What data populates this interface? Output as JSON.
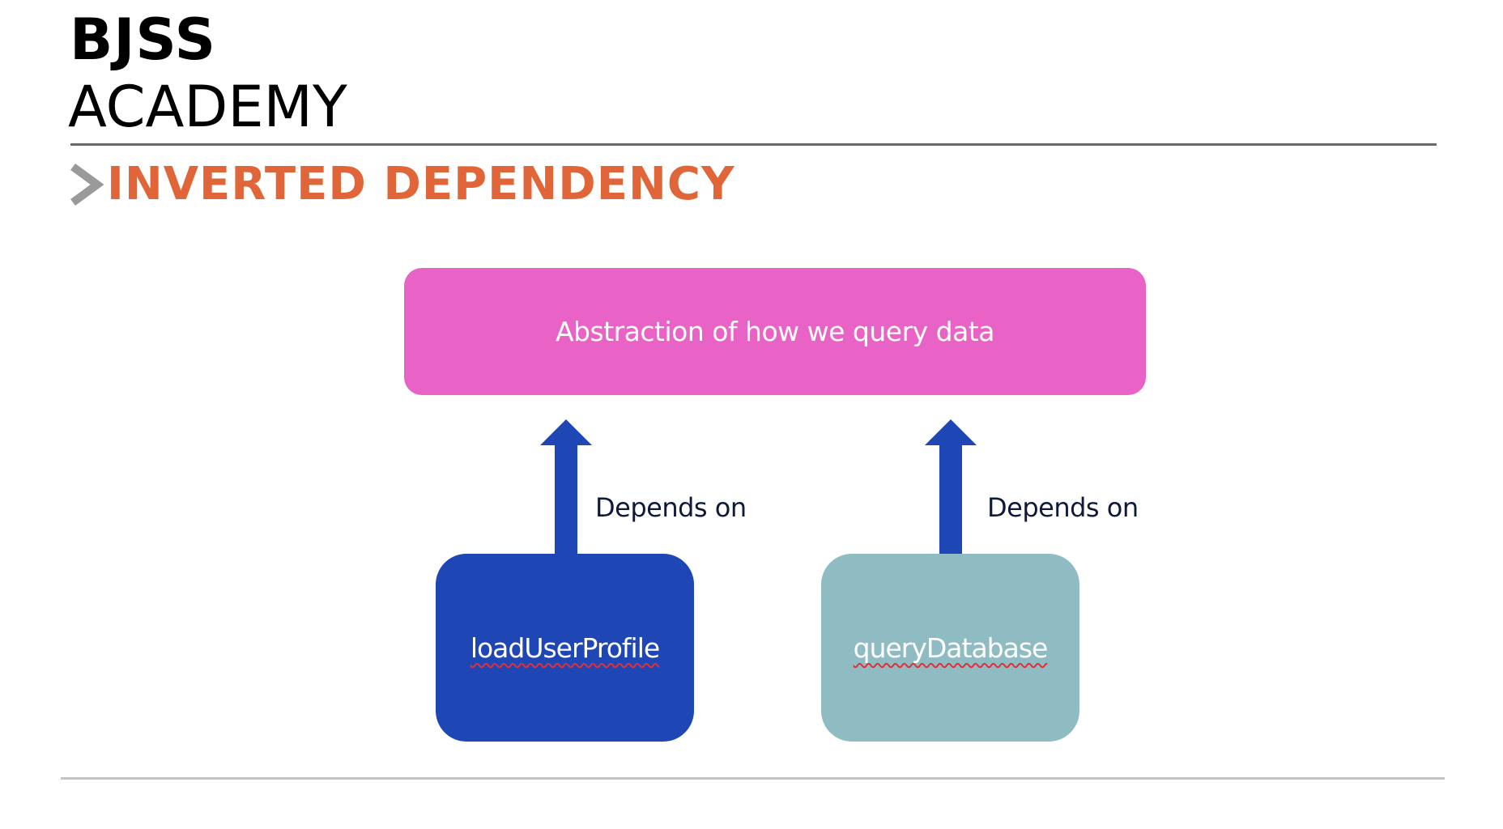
{
  "brand": {
    "line1": "BJSS",
    "line2": "ACADEMY"
  },
  "title": "INVERTED DEPENDENCY",
  "diagram": {
    "abstraction": {
      "label": "Abstraction of how we query data",
      "color": "#e963c6"
    },
    "consumers": [
      {
        "label": "loadUserProfile",
        "color": "#1e46b4"
      },
      {
        "label": "queryDatabase",
        "color": "#8fbcc3"
      }
    ],
    "relations": [
      {
        "label": "Depends on"
      },
      {
        "label": "Depends on"
      }
    ],
    "arrow_color": "#1e46b4"
  },
  "colors": {
    "title": "#e0663a",
    "chevron": "#9a9a9a",
    "top_rule": "#6a6a6a",
    "bottom_rule": "#c4c4c4"
  },
  "icons": {
    "title_marker": "chevron-right-icon",
    "relation_arrow": "arrow-up-icon"
  }
}
